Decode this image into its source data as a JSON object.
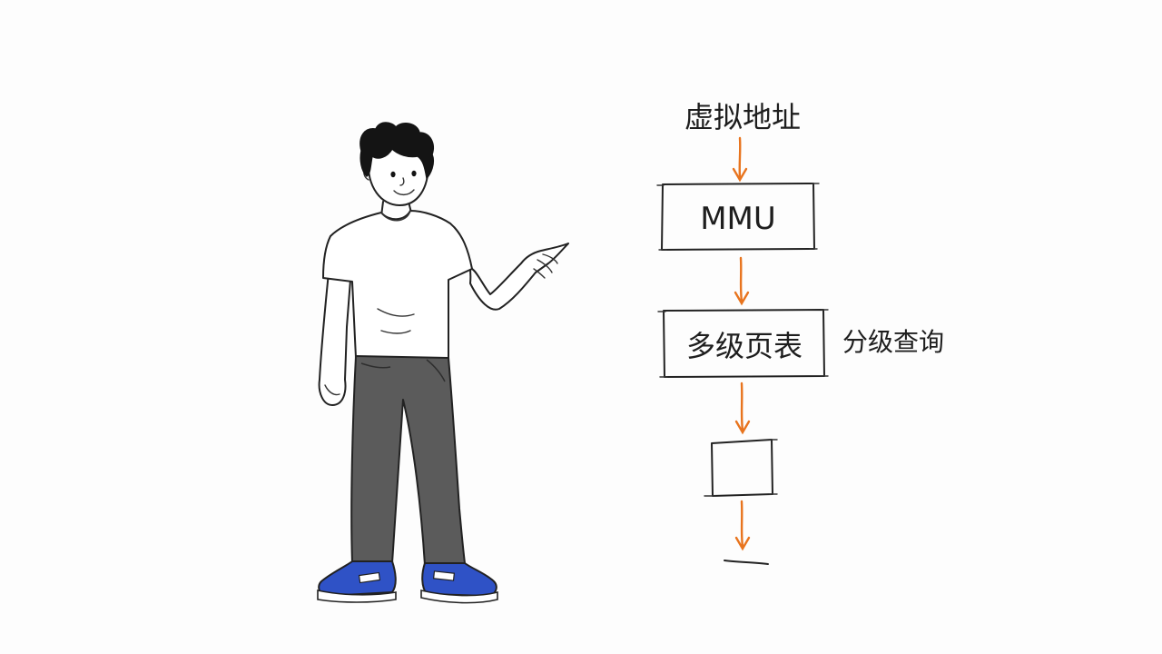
{
  "diagram": {
    "input_label": "虚拟地址",
    "mmu_label": "MMU",
    "page_table_label": "多级页表",
    "side_note": "分级查询",
    "empty_box_label": ""
  },
  "colors": {
    "arrow": "#e8741e",
    "ink": "#222222",
    "shoe": "#2f52c6",
    "pants": "#5b5b5b",
    "hair": "#141414"
  },
  "icons": {
    "character": "pointing-person-icon"
  }
}
